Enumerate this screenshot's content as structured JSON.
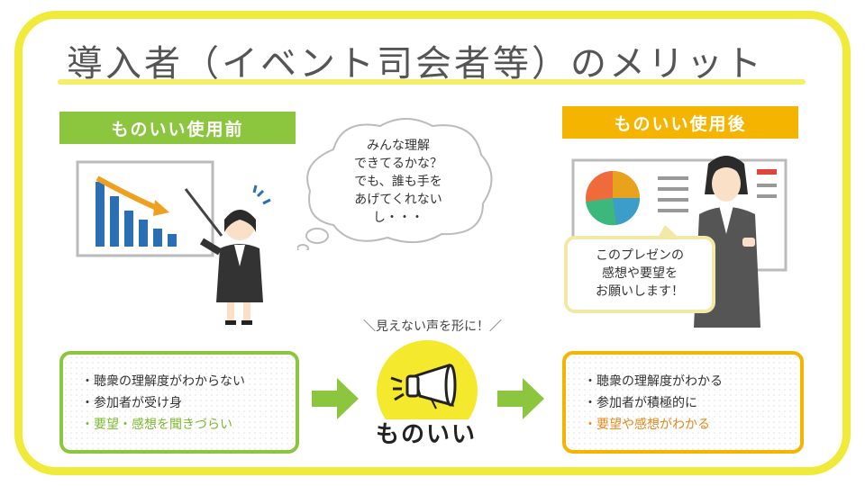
{
  "title": "導入者（イベント司会者等）のメリット",
  "before": {
    "header": "ものいい使用前",
    "thought_lines": [
      "みんな理解",
      "できてるかな？",
      "でも、誰も手を",
      "あげてくれない",
      "し・・・"
    ],
    "points": [
      "・聴衆の理解度がわからない",
      "・参加者が受け身",
      "・要望・感想を聞きづらい"
    ]
  },
  "after": {
    "header": "ものいい使用後",
    "speech_lines": [
      "このプレゼンの",
      "感想や要望を",
      "お願いします！"
    ],
    "points": [
      "・聴衆の理解度がわかる",
      "・参加者が積極的に",
      "・要望や感想がわかる"
    ]
  },
  "tagline": "＼見えない声を形に！／",
  "logo": {
    "text": "ものいい"
  },
  "colors": {
    "frame": "#f0ea3a",
    "before_accent": "#8cc63f",
    "after_accent": "#f5b400",
    "before_highlight": "#7cb82f",
    "after_highlight": "#e08a20",
    "logo_yellow": "#f5e92e"
  },
  "icons": [
    "presentation-board-icon",
    "presenter-icon",
    "thought-cloud-icon",
    "megaphone-icon",
    "arrow-right-icon"
  ]
}
